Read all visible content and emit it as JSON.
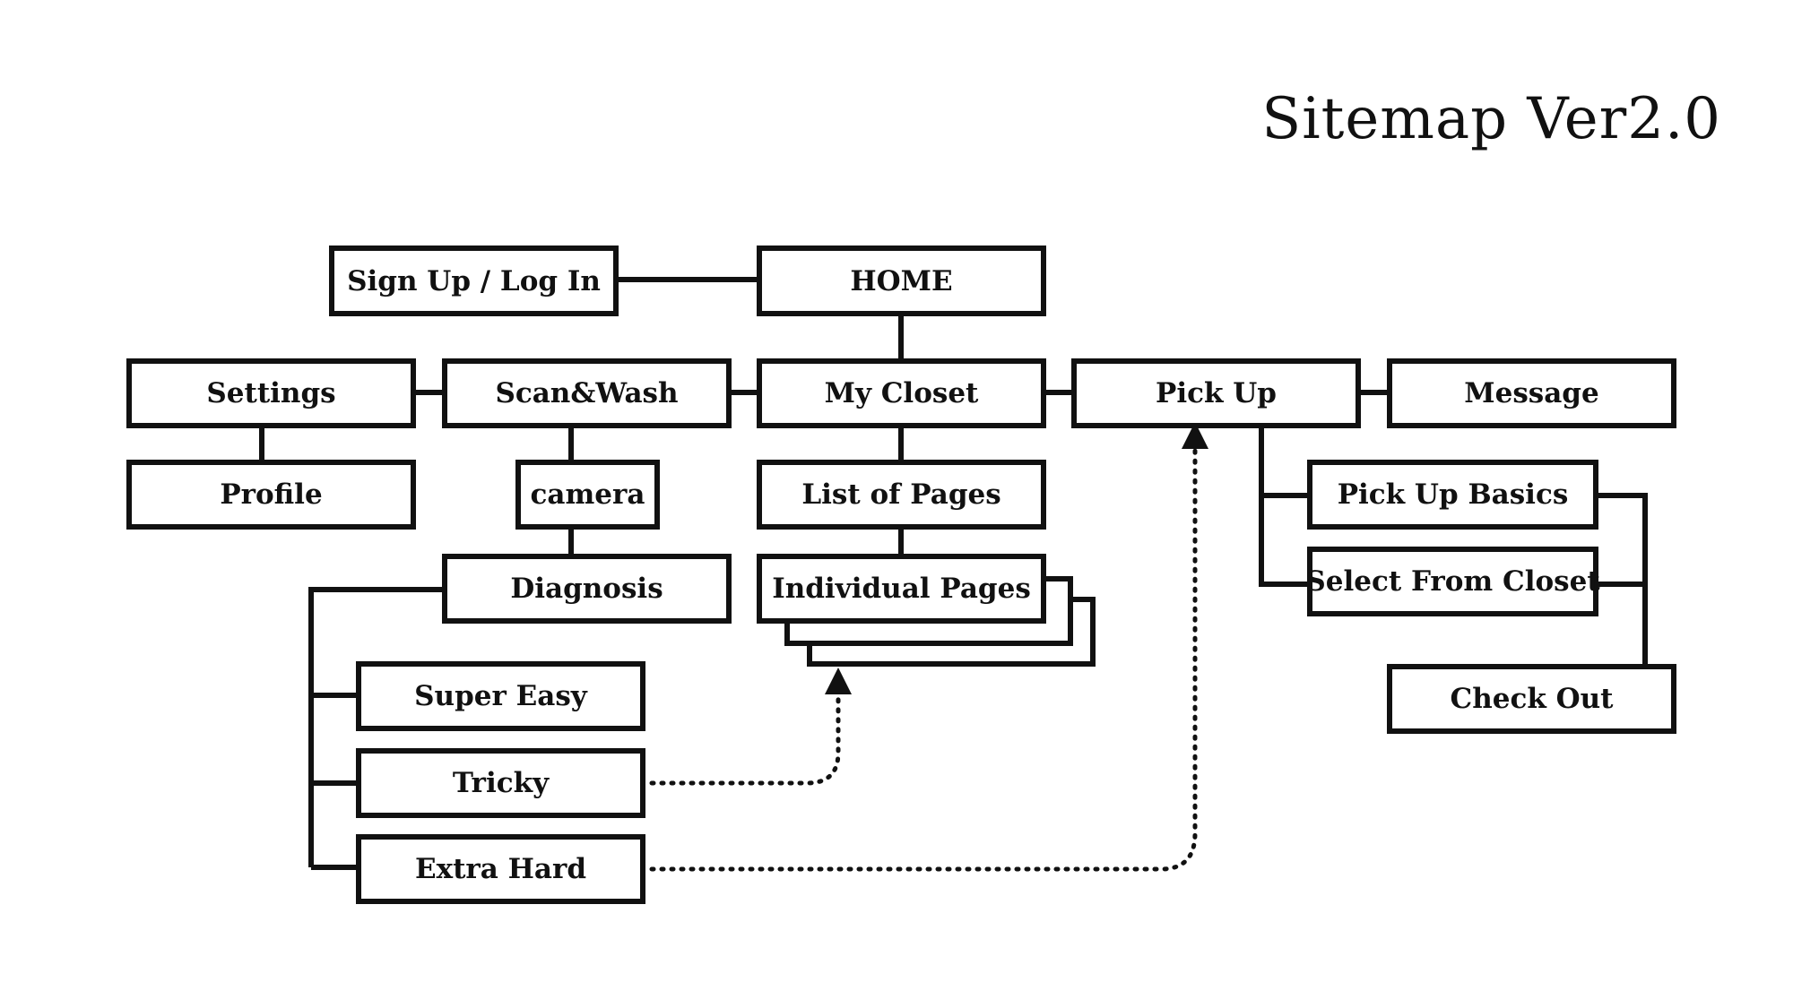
{
  "title": "Sitemap Ver2.0",
  "colors": {
    "stroke": "#111111",
    "background": "#ffffff"
  },
  "nodes": {
    "signup_login": "Sign Up / Log In",
    "home": "HOME",
    "settings": "Settings",
    "scan_wash": "Scan&Wash",
    "my_closet": "My Closet",
    "pick_up": "Pick Up",
    "message": "Message",
    "profile": "Profile",
    "camera": "camera",
    "list_of_pages": "List of Pages",
    "pick_up_basics": "Pick Up Basics",
    "diagnosis": "Diagnosis",
    "individual_pages": "Individual Pages",
    "select_from_closet": "Select From Closet",
    "super_easy": "Super Easy",
    "check_out": "Check Out",
    "tricky": "Tricky",
    "extra_hard": "Extra Hard"
  },
  "links": [
    {
      "from": "signup_login",
      "to": "home",
      "style": "solid"
    },
    {
      "from": "home",
      "to": "my_closet",
      "style": "solid"
    },
    {
      "from": "settings",
      "to": "scan_wash",
      "style": "solid"
    },
    {
      "from": "scan_wash",
      "to": "my_closet",
      "style": "solid"
    },
    {
      "from": "my_closet",
      "to": "pick_up",
      "style": "solid"
    },
    {
      "from": "pick_up",
      "to": "message",
      "style": "solid"
    },
    {
      "from": "settings",
      "to": "profile",
      "style": "solid"
    },
    {
      "from": "scan_wash",
      "to": "camera",
      "style": "solid"
    },
    {
      "from": "camera",
      "to": "diagnosis",
      "style": "solid"
    },
    {
      "from": "my_closet",
      "to": "list_of_pages",
      "style": "solid"
    },
    {
      "from": "list_of_pages",
      "to": "individual_pages",
      "style": "solid"
    },
    {
      "from": "pick_up",
      "to": "pick_up_basics",
      "style": "solid"
    },
    {
      "from": "pick_up",
      "to": "select_from_closet",
      "style": "solid"
    },
    {
      "from": "pick_up_basics",
      "to": "check_out",
      "style": "solid"
    },
    {
      "from": "select_from_closet",
      "to": "check_out",
      "style": "solid"
    },
    {
      "from": "diagnosis",
      "to": "super_easy",
      "style": "solid"
    },
    {
      "from": "diagnosis",
      "to": "tricky",
      "style": "solid"
    },
    {
      "from": "diagnosis",
      "to": "extra_hard",
      "style": "solid"
    },
    {
      "from": "tricky",
      "to": "individual_pages",
      "style": "dotted-arrow"
    },
    {
      "from": "extra_hard",
      "to": "pick_up",
      "style": "dotted-arrow"
    }
  ]
}
